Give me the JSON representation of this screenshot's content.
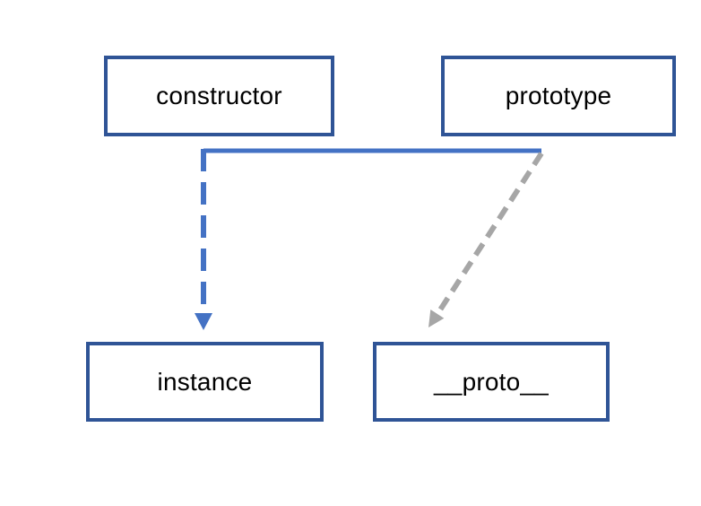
{
  "diagram": {
    "nodes": {
      "constructor": {
        "label": "constructor"
      },
      "prototype": {
        "label": "prototype"
      },
      "instance": {
        "label": "instance"
      },
      "proto": {
        "label": "__proto__"
      }
    },
    "edges": [
      {
        "from": "prototype",
        "to": "instance",
        "shape": "elbow",
        "line": "solid horizontal then dashed vertical",
        "arrowhead": "filled triangle down"
      },
      {
        "from": "prototype",
        "to": "proto",
        "shape": "straight diagonal",
        "line": "dashed",
        "arrowhead": "filled triangle down-left"
      }
    ],
    "colors": {
      "background": "#ffffff",
      "box_fill": "#ffffff",
      "box_border": "#2F5496",
      "text": "#000000",
      "blue_connector": "#4472C4",
      "gray_connector": "#A6A6A6"
    }
  }
}
